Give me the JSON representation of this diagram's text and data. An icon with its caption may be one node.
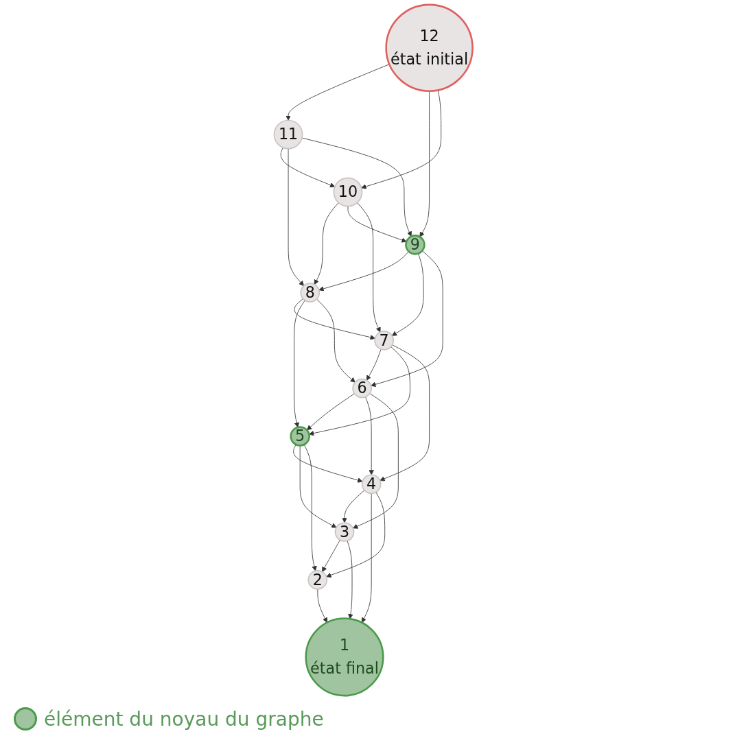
{
  "diagram": {
    "nodes": [
      {
        "text": [
          "8"
        ]
      },
      {
        "text": [
          "7"
        ]
      },
      {
        "text": [
          "10"
        ]
      },
      {
        "text": [
          "6"
        ]
      },
      {
        "text": [
          "11"
        ]
      },
      {
        "text": [
          "9"
        ]
      },
      {
        "text": [
          "5"
        ]
      },
      {
        "text": [
          "4"
        ]
      },
      {
        "text": [
          "3"
        ]
      },
      {
        "text": [
          "12",
          "état initial"
        ]
      },
      {
        "text": [
          "1",
          "état final"
        ]
      },
      {
        "text": [
          "2"
        ]
      }
    ],
    "edges": [
      {
        "from": 9,
        "to": 4,
        "arrow": "to"
      },
      {
        "from": 9,
        "to": 5,
        "arrow": "to"
      },
      {
        "from": 9,
        "to": 2,
        "arrow": "to"
      },
      {
        "from": 4,
        "to": 2,
        "arrow": "to"
      },
      {
        "from": 4,
        "to": 0,
        "arrow": "to"
      },
      {
        "from": 4,
        "to": 5,
        "arrow": "to"
      },
      {
        "from": 2,
        "to": 0,
        "arrow": "to"
      },
      {
        "from": 2,
        "to": 5,
        "arrow": "to"
      },
      {
        "from": 2,
        "to": 1,
        "arrow": "to"
      },
      {
        "from": 5,
        "to": 0,
        "arrow": "to"
      },
      {
        "from": 5,
        "to": 1,
        "arrow": "to"
      },
      {
        "from": 5,
        "to": 3,
        "arrow": "to"
      },
      {
        "from": 0,
        "to": 1,
        "arrow": "to"
      },
      {
        "from": 0,
        "to": 6,
        "arrow": "to"
      },
      {
        "from": 0,
        "to": 3,
        "arrow": "to"
      },
      {
        "from": 1,
        "to": 3,
        "arrow": "to"
      },
      {
        "from": 1,
        "to": 6,
        "arrow": "to"
      },
      {
        "from": 1,
        "to": 7,
        "arrow": "to"
      },
      {
        "from": 3,
        "to": 6,
        "arrow": "to"
      },
      {
        "from": 3,
        "to": 7,
        "arrow": "to"
      },
      {
        "from": 3,
        "to": 8,
        "arrow": "to"
      },
      {
        "from": 6,
        "to": 7,
        "arrow": "to"
      },
      {
        "from": 6,
        "to": 8,
        "arrow": "to"
      },
      {
        "from": 6,
        "to": 11,
        "arrow": "to"
      },
      {
        "from": 7,
        "to": 8,
        "arrow": "to"
      },
      {
        "from": 7,
        "to": 10,
        "arrow": "to"
      },
      {
        "from": 7,
        "to": 11,
        "arrow": "to"
      },
      {
        "from": 8,
        "to": 11,
        "arrow": "to"
      },
      {
        "from": 8,
        "to": 10,
        "arrow": "to"
      },
      {
        "from": 11,
        "to": 10,
        "arrow": "to"
      }
    ],
    "legend": [
      {
        "text": "élément du noyau du graphe",
        "color": "#9fc49f"
      }
    ]
  }
}
